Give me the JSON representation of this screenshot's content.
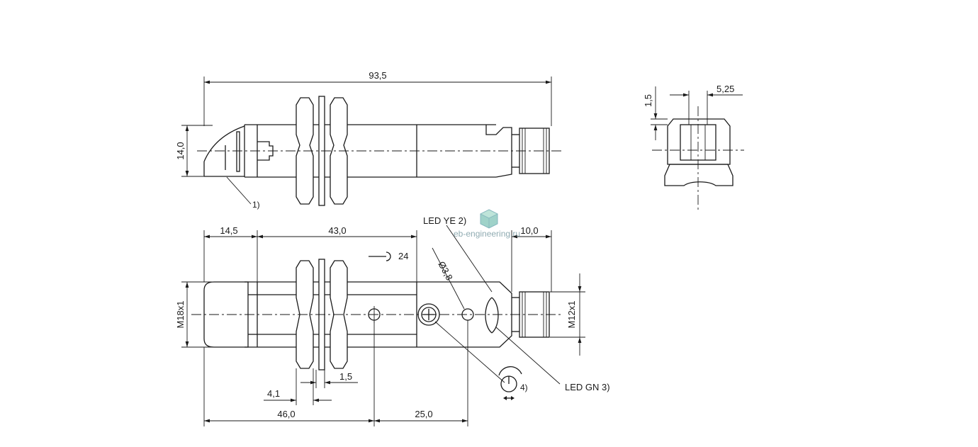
{
  "dimensions": {
    "overall_length": "93,5",
    "height_top": "14,0",
    "front_length": "14,5",
    "thread_length": "43,0",
    "connector_length": "10,0",
    "thread_main": "M18x1",
    "thread_connector": "M12x1",
    "wrench_size": "24",
    "lens_diameter": "Ø3,8",
    "nut_gap": "1,5",
    "offset_small": "4,1",
    "pot_pos": "46,0",
    "led_spacing": "25,0",
    "side_height": "1,5",
    "side_width": "5,25"
  },
  "callouts": {
    "note1": "1)",
    "led_ye": "LED YE 2)",
    "led_gn": "LED GN 3)",
    "note4": "4)"
  },
  "watermark": {
    "text": "eb-engineering.ru",
    "icon": "cube-logo-icon",
    "color": "#5a9ea8"
  }
}
